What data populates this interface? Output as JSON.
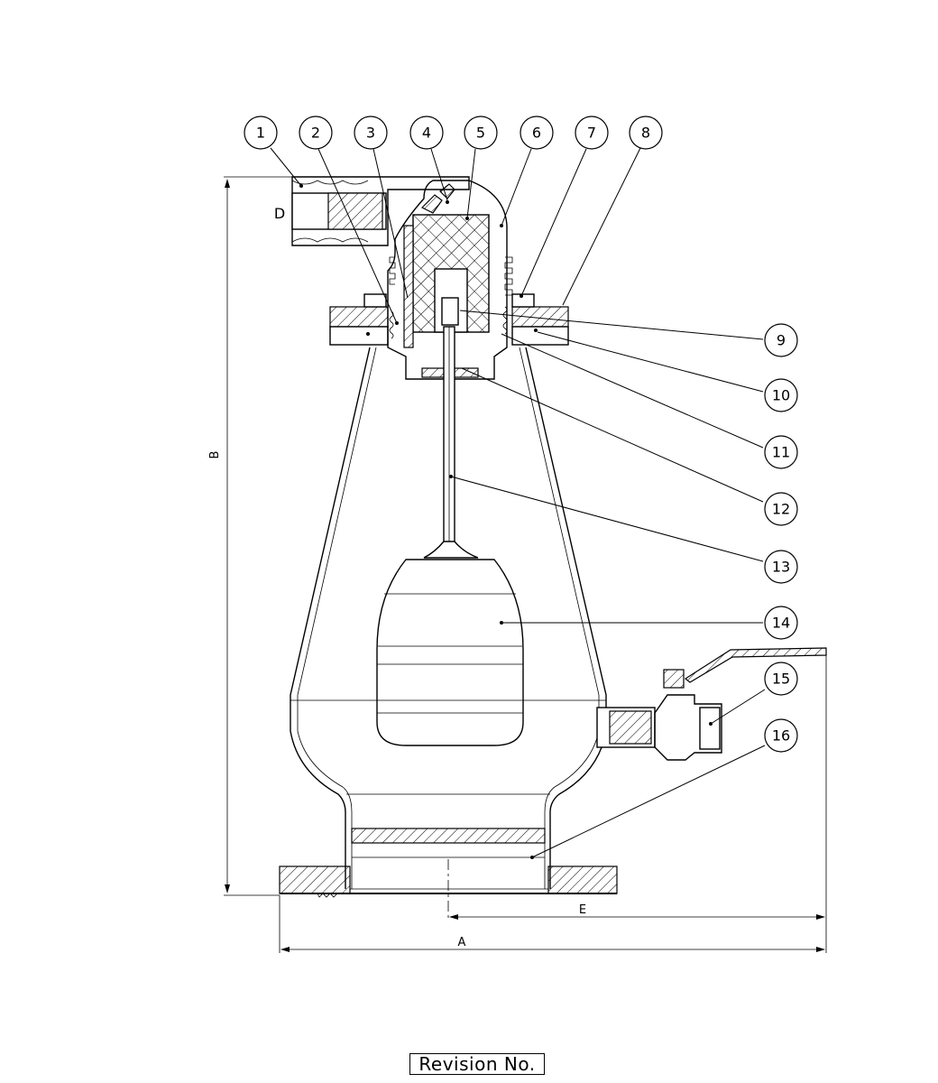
{
  "balloons": [
    "1",
    "2",
    "3",
    "4",
    "5",
    "6",
    "7",
    "8",
    "9",
    "10",
    "11",
    "12",
    "13",
    "14",
    "15",
    "16"
  ],
  "dimensions": {
    "height": "B",
    "overall_width": "A",
    "offset": "E",
    "port": "D"
  },
  "revision_label": "Revision No."
}
